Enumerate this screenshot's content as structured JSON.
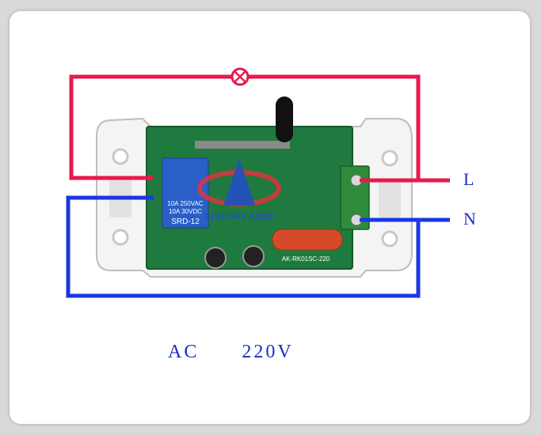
{
  "colors": {
    "live_wire": "#e8194b",
    "neutral_wire": "#1a37e0",
    "pcb": "#1f7a3f",
    "housing": "#f3f3f3",
    "label_text": "#1830c0"
  },
  "diagram": {
    "terminal_L": "L",
    "terminal_N": "N",
    "supply_label": "AC      220V",
    "lamp_icon": "lamp-icon",
    "relay": {
      "line1": "SRD-12",
      "line2": "10A 250VAC",
      "line3": "10A 30VDC"
    },
    "logo_text": "CENTURY AOKE",
    "board_model": "AK-RK01SC-220"
  }
}
